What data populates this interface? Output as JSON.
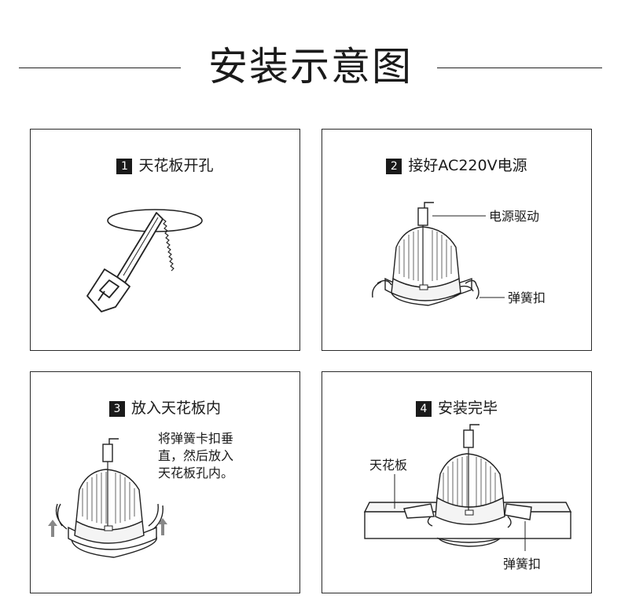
{
  "title": "安装示意图",
  "steps": [
    {
      "num": "1",
      "label": "天花板开孔"
    },
    {
      "num": "2",
      "label": "接好AC220V电源",
      "callouts": {
        "driver": "电源驱动",
        "clip": "弹簧扣"
      }
    },
    {
      "num": "3",
      "label": "放入天花板内",
      "note": [
        "将弹簧卡扣垂",
        "直，然后放入",
        "天花板孔内。"
      ]
    },
    {
      "num": "4",
      "label": "安装完毕",
      "callouts": {
        "ceiling": "天花板",
        "clip": "弹簧扣"
      }
    }
  ]
}
